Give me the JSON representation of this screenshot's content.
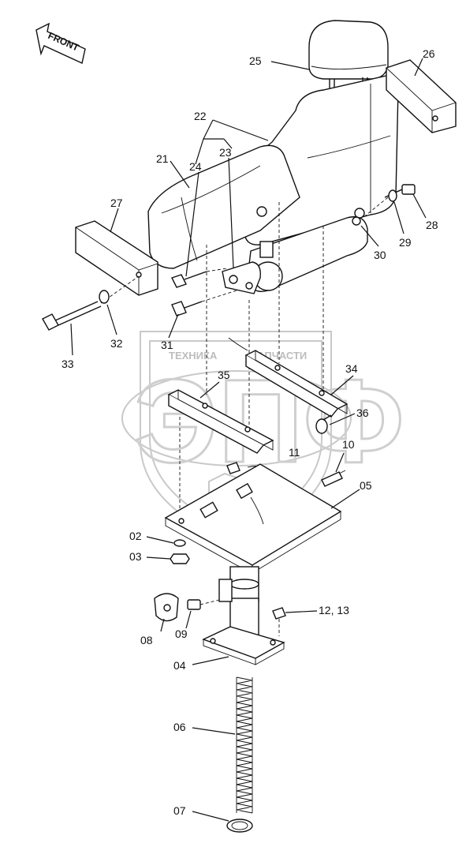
{
  "front_label": "FRONT",
  "watermark": {
    "top_text": "ТЕХНИКА",
    "top_text_right": "ЗАПЧАСТИ",
    "big_text": "ЭПФ"
  },
  "callouts": [
    {
      "id": "25",
      "text": "25"
    },
    {
      "id": "26",
      "text": "26"
    },
    {
      "id": "22",
      "text": "22"
    },
    {
      "id": "23",
      "text": "23"
    },
    {
      "id": "24",
      "text": "24"
    },
    {
      "id": "21",
      "text": "21"
    },
    {
      "id": "27",
      "text": "27"
    },
    {
      "id": "28",
      "text": "28"
    },
    {
      "id": "29",
      "text": "29"
    },
    {
      "id": "30",
      "text": "30"
    },
    {
      "id": "33",
      "text": "33"
    },
    {
      "id": "32",
      "text": "32"
    },
    {
      "id": "31",
      "text": "31"
    },
    {
      "id": "34",
      "text": "34"
    },
    {
      "id": "35",
      "text": "35"
    },
    {
      "id": "36",
      "text": "36"
    },
    {
      "id": "11",
      "text": "11"
    },
    {
      "id": "10",
      "text": "10"
    },
    {
      "id": "05",
      "text": "05"
    },
    {
      "id": "02",
      "text": "02"
    },
    {
      "id": "03",
      "text": "03"
    },
    {
      "id": "08",
      "text": "08"
    },
    {
      "id": "09",
      "text": "09"
    },
    {
      "id": "12_13",
      "text": "12, 13"
    },
    {
      "id": "04",
      "text": "04"
    },
    {
      "id": "06",
      "text": "06"
    },
    {
      "id": "07",
      "text": "07"
    }
  ]
}
